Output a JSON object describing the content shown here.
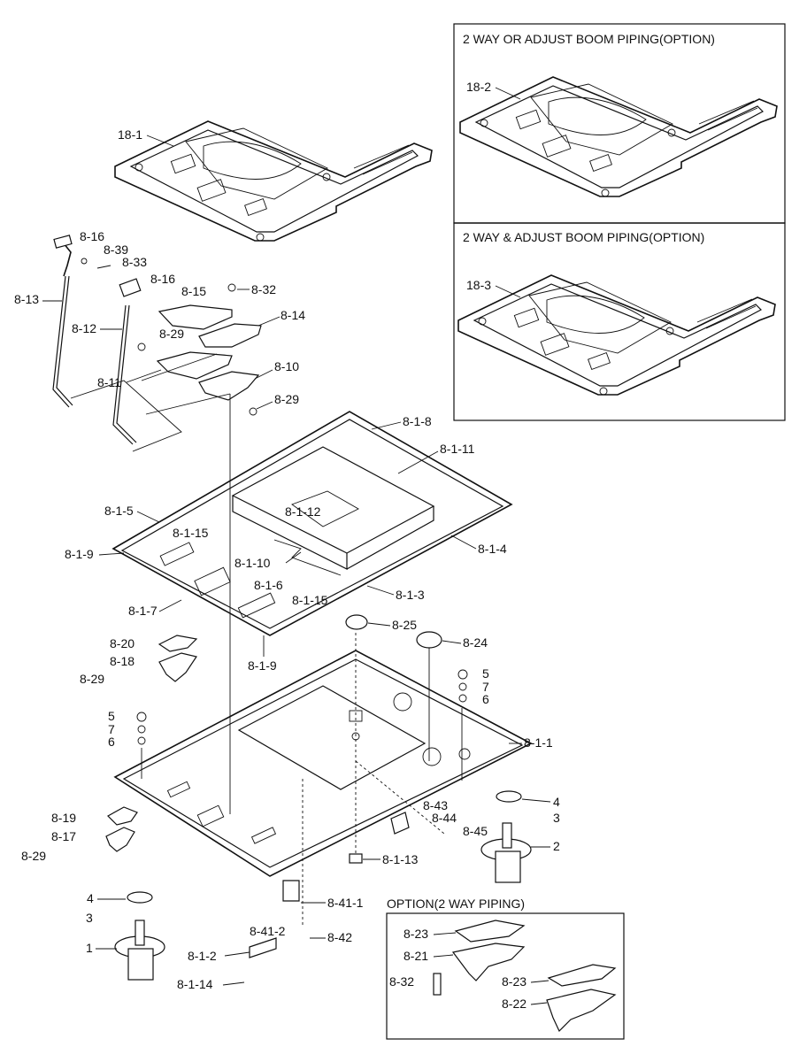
{
  "option_boxes": {
    "box1_title": "2 WAY OR ADJUST BOOM PIPING(OPTION)",
    "box2_title": "2 WAY & ADJUST BOOM PIPING(OPTION)",
    "box3_title": "OPTION(2 WAY PIPING)"
  },
  "labels": {
    "l_18_1": "18-1",
    "l_18_2": "18-2",
    "l_18_3": "18-3",
    "l_8_16a": "8-16",
    "l_8_39": "8-39",
    "l_8_33": "8-33",
    "l_8_16b": "8-16",
    "l_8_13": "8-13",
    "l_8_12": "8-12",
    "l_8_15": "8-15",
    "l_8_32a": "8-32",
    "l_8_14": "8-14",
    "l_8_29a": "8-29",
    "l_8_11": "8-11",
    "l_8_10": "8-10",
    "l_8_29b": "8-29",
    "l_8_1_8": "8-1-8",
    "l_8_1_11": "8-1-11",
    "l_8_1_5": "8-1-5",
    "l_8_1_12": "8-1-12",
    "l_8_1_15a": "8-1-15",
    "l_8_1_9a": "8-1-9",
    "l_8_1_4": "8-1-4",
    "l_8_1_10": "8-1-10",
    "l_8_1_6": "8-1-6",
    "l_8_1_3": "8-1-3",
    "l_8_1_15b": "8-1-15",
    "l_8_1_7": "8-1-7",
    "l_8_1_9b": "8-1-9",
    "l_8_25": "8-25",
    "l_8_24": "8-24",
    "l_8_20": "8-20",
    "l_8_18": "8-18",
    "l_8_29c": "8-29",
    "l_5a": "5",
    "l_7a": "7",
    "l_6a": "6",
    "l_5b": "5",
    "l_7b": "7",
    "l_6b": "6",
    "l_8_1_1": "8-1-1",
    "l_4a": "4",
    "l_3a": "3",
    "l_2": "2",
    "l_8_43": "8-43",
    "l_8_44": "8-44",
    "l_8_45": "8-45",
    "l_8_1_13": "8-1-13",
    "l_8_19": "8-19",
    "l_8_17": "8-17",
    "l_8_29d": "8-29",
    "l_4b": "4",
    "l_3b": "3",
    "l_1": "1",
    "l_8_41_1": "8-41-1",
    "l_8_41_2": "8-41-2",
    "l_8_42": "8-42",
    "l_8_1_2": "8-1-2",
    "l_8_1_14": "8-1-14",
    "l_8_23a": "8-23",
    "l_8_21": "8-21",
    "l_8_32b": "8-32",
    "l_8_23b": "8-23",
    "l_8_22": "8-22"
  }
}
